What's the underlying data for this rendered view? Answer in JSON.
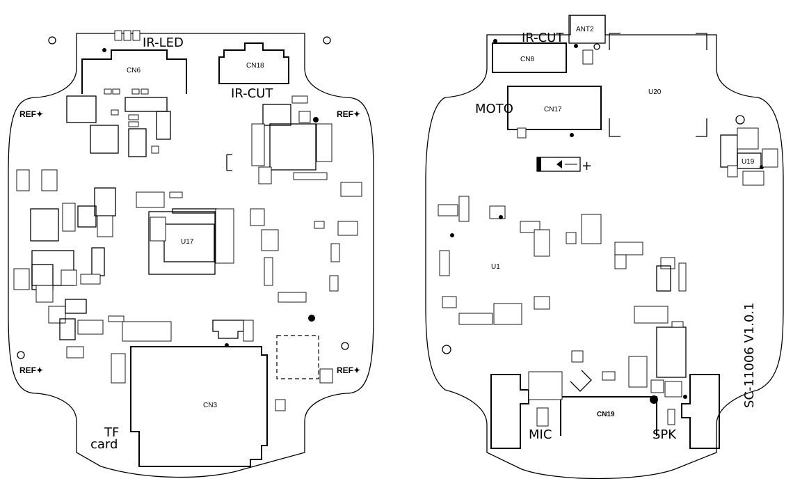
{
  "left_board": {
    "labels": {
      "ir_led": "IR-LED",
      "ir_cut": "IR-CUT",
      "tf": "TF",
      "card": "card",
      "cn6": "CN6",
      "cn18": "CN18",
      "cn3": "CN3",
      "u17": "U17",
      "ref": "REF✦"
    }
  },
  "right_board": {
    "labels": {
      "ir_cut": "IR-CUT",
      "ant2": "ANT2",
      "cn8": "CN8",
      "moto": "MOTO",
      "cn17": "CN17",
      "u20": "U20",
      "u19": "U19",
      "u1": "U1",
      "cn19": "CN19",
      "mic": "MIC",
      "spk": "SPK",
      "version": "SC-11006 V1.0.1"
    }
  }
}
